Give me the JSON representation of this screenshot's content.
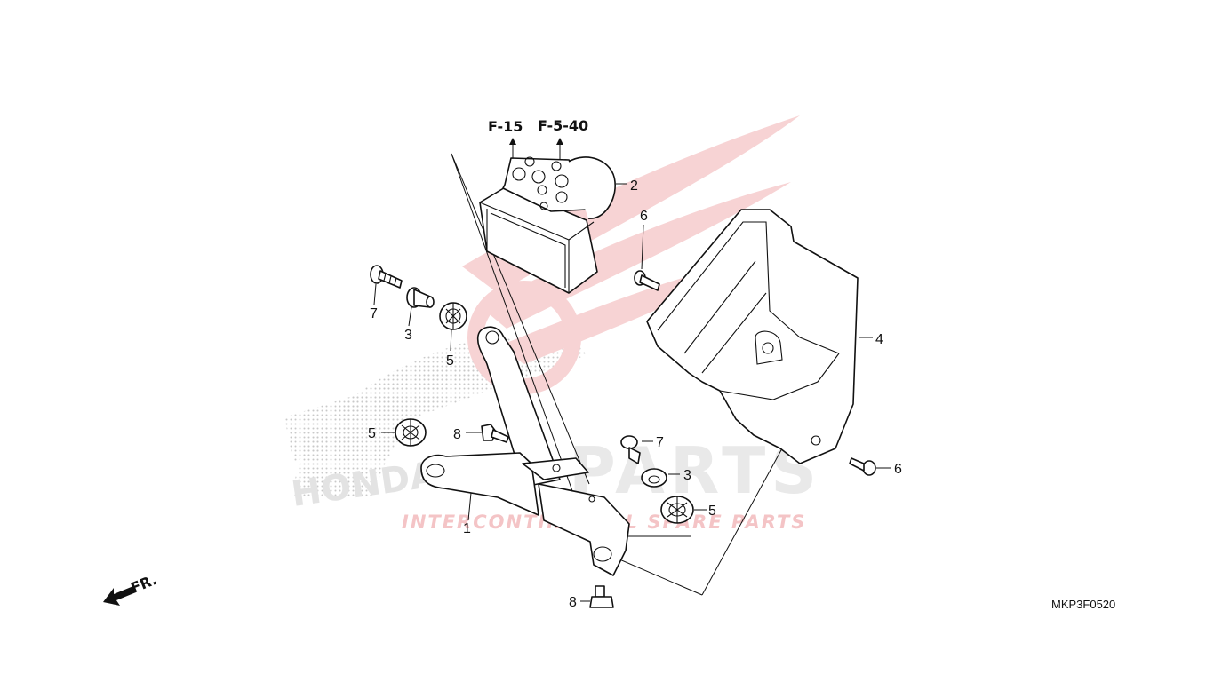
{
  "references": {
    "ref_a": "F-15",
    "ref_b": "F-5-40"
  },
  "callouts": {
    "c1": "1",
    "c2": "2",
    "c3a": "3",
    "c3b": "3",
    "c4": "4",
    "c5a": "5",
    "c5b": "5",
    "c5c": "5",
    "c6a": "6",
    "c6b": "6",
    "c7a": "7",
    "c7b": "7",
    "c8a": "8",
    "c8b": "8"
  },
  "direction_label": "FR.",
  "diagram_code": "MKP3F0520",
  "watermark": {
    "brand": "PARTS",
    "slogan": "INTERCONTINENTAL SPARE PARTS",
    "side_text": "HONDA",
    "color": "#e8242b"
  }
}
